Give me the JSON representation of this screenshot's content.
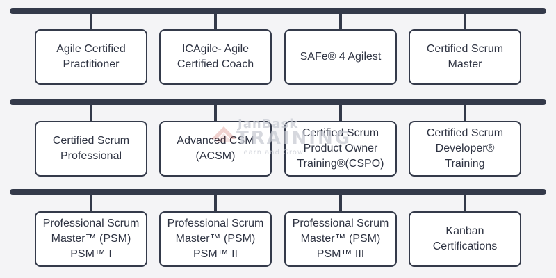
{
  "colors": {
    "background": "#f4f4f6",
    "line": "#343a4a",
    "card_border": "#343a4a",
    "card_fill": "#ffffff",
    "text": "#2e3342"
  },
  "rows": [
    {
      "cards": [
        {
          "label": "Agile Certified\nPractitioner"
        },
        {
          "label": "ICAgile- Agile\nCertified Coach"
        },
        {
          "label": "SAFe® 4 Agilest"
        },
        {
          "label": "Certified Scrum\nMaster"
        }
      ]
    },
    {
      "cards": [
        {
          "label": "Certified Scrum\nProfessional"
        },
        {
          "label": "Advanced CSM\n(ACSM)"
        },
        {
          "label": "Certified Scrum\nProduct Owner\nTraining®(CSPO)"
        },
        {
          "label": "Certified Scrum\nDeveloper®\nTraining"
        }
      ]
    },
    {
      "cards": [
        {
          "label": "Professional Scrum\nMaster™ (PSM)\nPSM™ I"
        },
        {
          "label": "Professional Scrum\nMaster™ (PSM)\nPSM™ II"
        },
        {
          "label": "Professional Scrum\nMaster™ (PSM)\nPSM™ III"
        },
        {
          "label": "Kanban\nCertifications"
        }
      ]
    }
  ],
  "watermark": {
    "line1": "JanBask",
    "line2": "TRAINING",
    "line3": "Learn and Grow",
    "logo_icon": "janbask-logo-icon"
  }
}
